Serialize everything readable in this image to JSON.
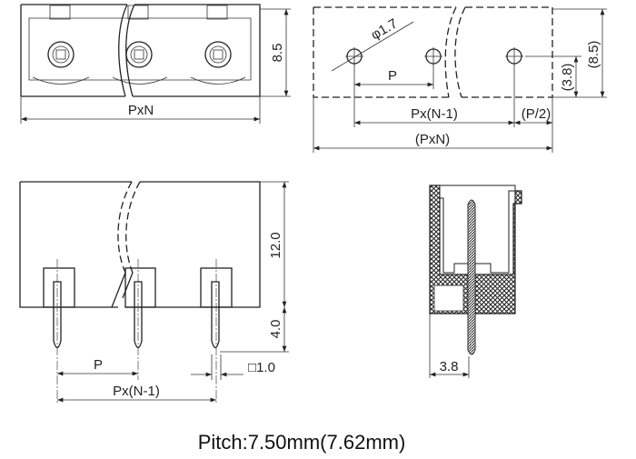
{
  "front_view": {
    "width_label": "PxN",
    "height_label": "8.5"
  },
  "top_view": {
    "hole_label": "φ1.7",
    "pitch_label": "P",
    "span_label": "Px(N-1)",
    "half_pitch_label": "(P/2)",
    "width_label": "(PxN)",
    "hole_offset_label": "(3.8)",
    "height_label": "(8.5)"
  },
  "side_view": {
    "body_height_label": "12.0",
    "pin_length_label": "4.0",
    "pin_size_label": "□1.0",
    "pitch_label": "P",
    "span_label": "Px(N-1)"
  },
  "section_view": {
    "depth_label": "3.8"
  },
  "caption": "Pitch:7.50mm(7.62mm)"
}
